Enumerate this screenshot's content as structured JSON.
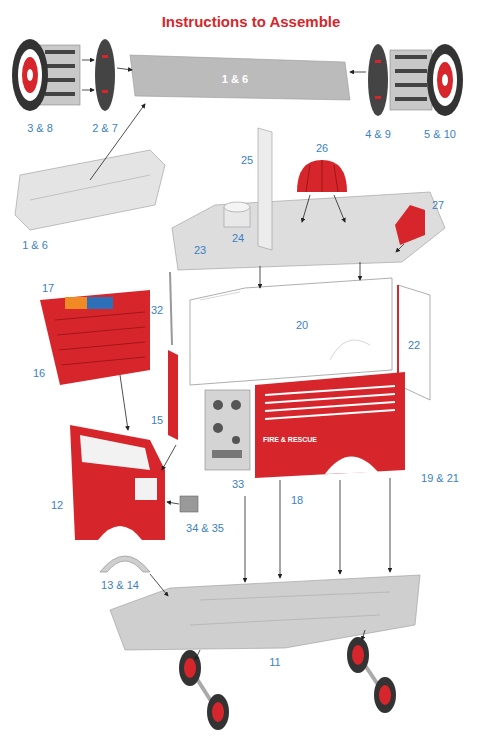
{
  "diagram": {
    "title": "Instructions to Assemble",
    "labels": [
      "1 & 6",
      "3 & 8",
      "2 & 7",
      "4 & 9",
      "5 & 10",
      "1 & 6",
      "25",
      "26",
      "27",
      "23",
      "24",
      "32",
      "20",
      "17",
      "16",
      "22",
      "15",
      "FIRE & RESCUE",
      "12",
      "33",
      "18",
      "19 & 21",
      "34 & 35",
      "13 & 14",
      "11"
    ]
  }
}
